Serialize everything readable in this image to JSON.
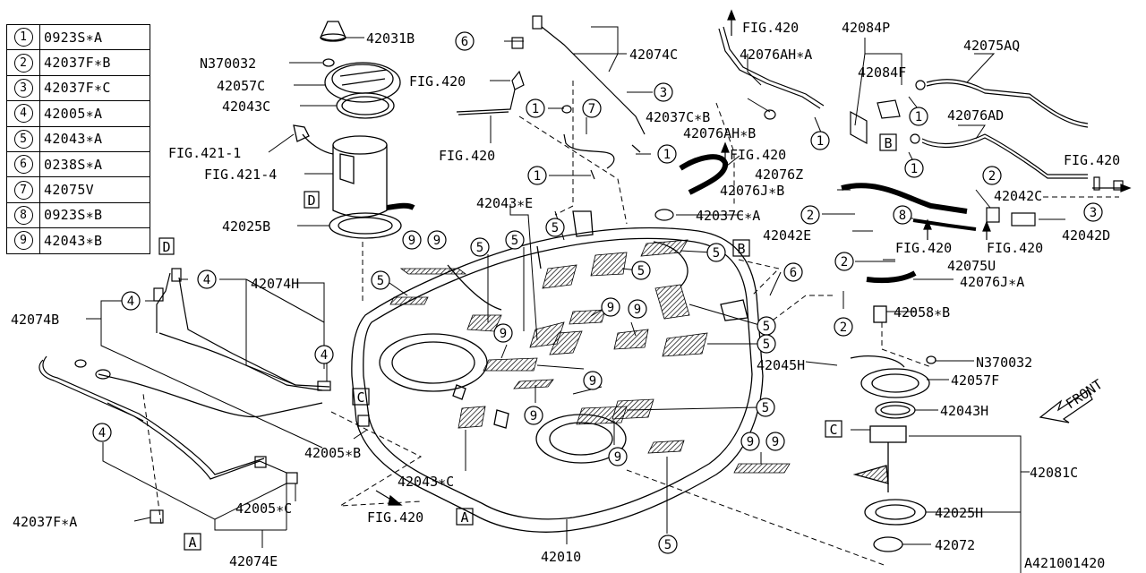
{
  "legend": [
    {
      "num": "1",
      "code": "0923S∗A"
    },
    {
      "num": "2",
      "code": "42037F∗B"
    },
    {
      "num": "3",
      "code": "42037F∗C"
    },
    {
      "num": "4",
      "code": "42005∗A"
    },
    {
      "num": "5",
      "code": "42043∗A"
    },
    {
      "num": "6",
      "code": "0238S∗A"
    },
    {
      "num": "7",
      "code": "42075V"
    },
    {
      "num": "8",
      "code": "0923S∗B"
    },
    {
      "num": "9",
      "code": "42043∗B"
    }
  ],
  "part_labels": {
    "p42031B": "42031B",
    "pN370032_top": "N370032",
    "p42057C": "42057C",
    "p42043C": "42043C",
    "fig421_1": "FIG.421-1",
    "fig421_4": "FIG.421-4",
    "p42025B": "42025B",
    "p42074C": "42074C",
    "fig420_a": "FIG.420",
    "fig420_b": "FIG.420",
    "p42076AHA": "42076AH∗A",
    "fig420_c": "FIG.420",
    "p42037CB": "42037C∗B",
    "p42076AHB": "42076AH∗B",
    "fig420_d": "FIG.420",
    "p42076Z": "42076Z",
    "p42084P": "42084P",
    "p42084F": "42084F",
    "p42075AQ": "42075AQ",
    "p42076AD": "42076AD",
    "fig420_e": "FIG.420",
    "p42076JB": "42076J∗B",
    "p42037CA": "42037C∗A",
    "p42042C": "42042C",
    "p42042E": "42042E",
    "fig420_f": "FIG.420",
    "fig420_g": "FIG.420",
    "p42042D": "42042D",
    "p42075U": "42075U",
    "p42076JA": "42076J∗A",
    "p42043E": "42043∗E",
    "p42074H": "42074H",
    "p42074B": "42074B",
    "p42058B": "42058∗B",
    "pN370032_r": "N370032",
    "p42045H": "42045H",
    "p42057F": "42057F",
    "p42043H": "42043H",
    "p42081C": "42081C",
    "p42025H": "42025H",
    "p42072": "42072",
    "p42005B": "42005∗B",
    "p42005C": "42005∗C",
    "p42043C_tank": "42043∗C",
    "fig420_h": "FIG.420",
    "p42037FA": "42037F∗A",
    "p42074E": "42074E",
    "p42010": "42010",
    "front": "FRONT",
    "ref": "A421001420"
  },
  "boxes": {
    "A": "A",
    "B": "B",
    "C": "C",
    "D": "D"
  }
}
